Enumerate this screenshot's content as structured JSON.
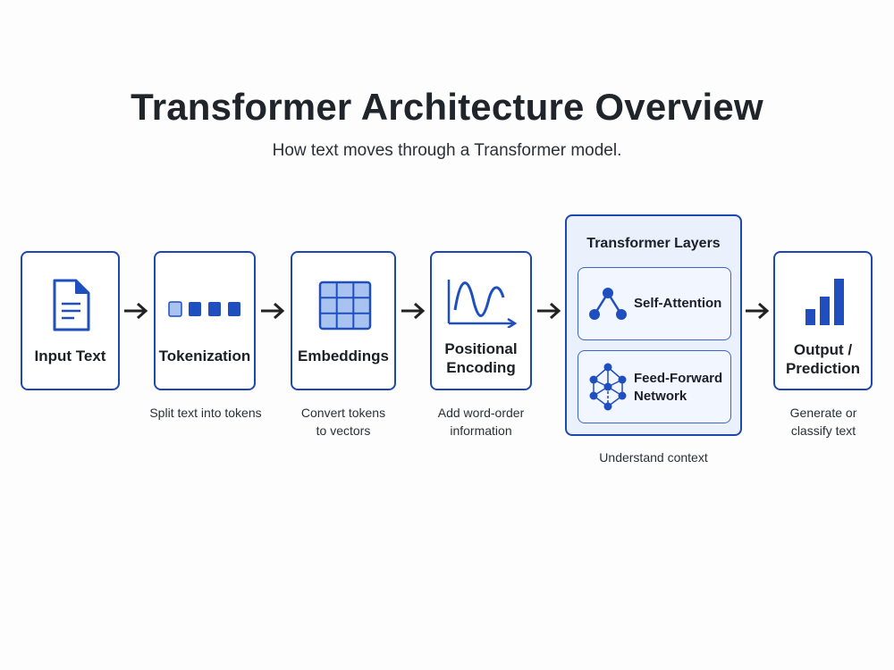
{
  "title": "Transformer Architecture Overview",
  "subtitle": "How text moves through a Transformer model.",
  "colors": {
    "accent": "#1f47b3",
    "panel": "#eaf1fd",
    "icon": "#1f4fbf"
  },
  "steps": [
    {
      "label": "Input Text",
      "icon": "document-icon",
      "caption": ""
    },
    {
      "label": "Tokenization",
      "icon": "token-squares-icon",
      "caption": "Split text into tokens"
    },
    {
      "label": "Embeddings",
      "icon": "grid-icon",
      "caption_line1": "Convert tokens",
      "caption_line2": "to vectors"
    },
    {
      "label_line1": "Positional",
      "label_line2": "Encoding",
      "icon": "wave-chart-icon",
      "caption_line1": "Add word-order",
      "caption_line2": "information"
    },
    {
      "label_line1": "Output /",
      "label_line2": "Prediction",
      "icon": "bar-chart-icon",
      "caption_line1": "Generate or",
      "caption_line2": "classify text"
    }
  ],
  "transformer_layers": {
    "title": "Transformer Layers",
    "self_attention": "Self-Attention",
    "feed_forward_line1": "Feed-Forward",
    "feed_forward_line2": "Network",
    "caption": "Understand context"
  }
}
